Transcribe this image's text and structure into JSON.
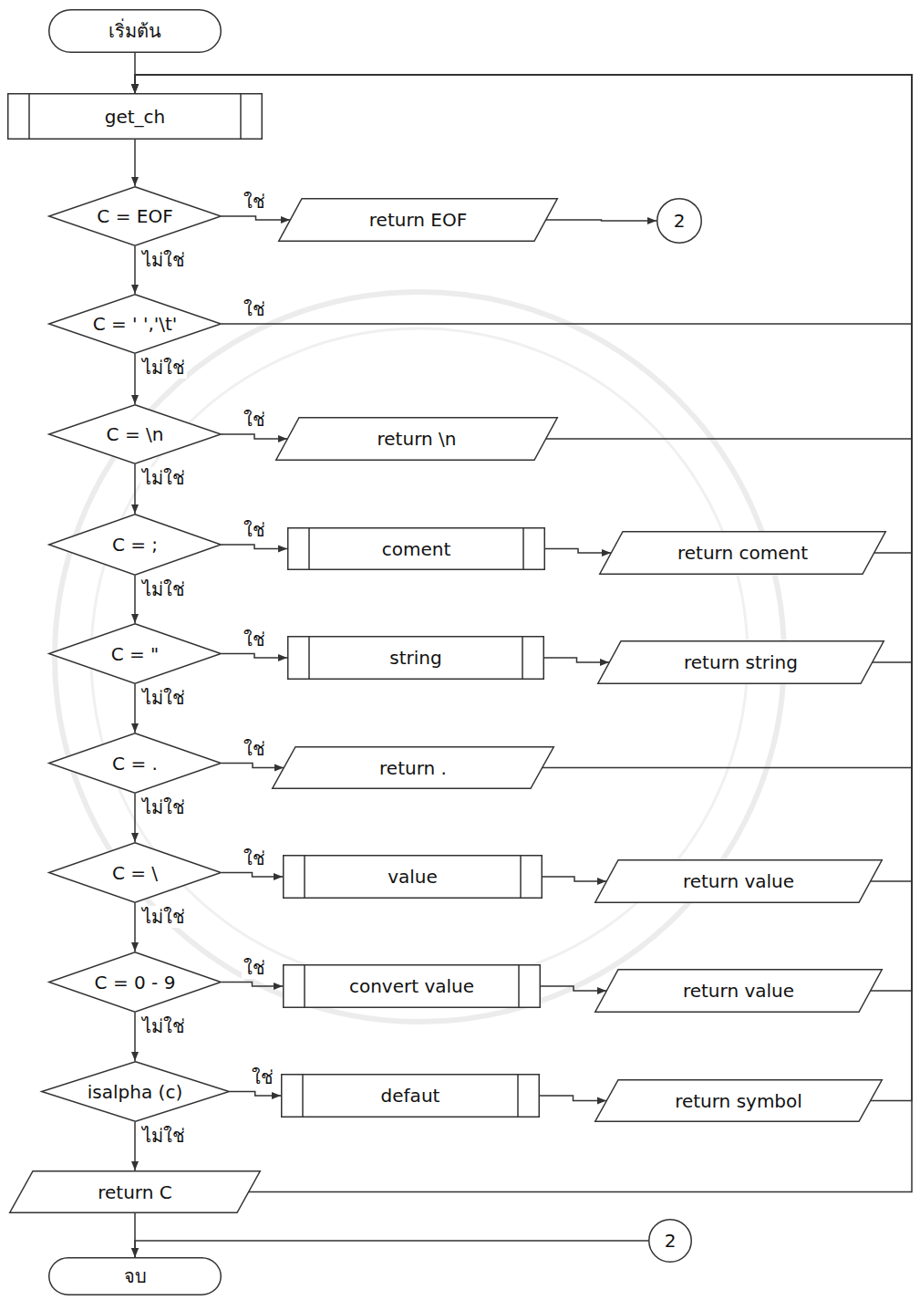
{
  "diagram": {
    "nodes": [
      {
        "text": [
          "เริ่มต้น"
        ]
      },
      {
        "text": [
          "get_ch"
        ]
      },
      {
        "text": [
          "C = EOF"
        ]
      },
      {
        "text": [
          "return EOF"
        ]
      },
      {
        "text": [
          "2"
        ]
      },
      {
        "text": [
          "C = ' ','\\t'"
        ]
      },
      {
        "text": [
          "C = \\n"
        ]
      },
      {
        "text": [
          "return \\n"
        ]
      },
      {
        "text": [
          "C = ;"
        ]
      },
      {
        "text": [
          "coment"
        ]
      },
      {
        "text": [
          "return coment"
        ]
      },
      {
        "text": [
          "C = \""
        ]
      },
      {
        "text": [
          "string"
        ]
      },
      {
        "text": [
          "return string"
        ]
      },
      {
        "text": [
          "C = ."
        ]
      },
      {
        "text": [
          "return ."
        ]
      },
      {
        "text": [
          "C = \\"
        ]
      },
      {
        "text": [
          "value"
        ]
      },
      {
        "text": [
          "return value"
        ]
      },
      {
        "text": [
          "C = 0 - 9"
        ]
      },
      {
        "text": [
          "convert value"
        ]
      },
      {
        "text": [
          "return value"
        ]
      },
      {
        "text": [
          "isalpha (c)"
        ]
      },
      {
        "text": [
          "defaut"
        ]
      },
      {
        "text": [
          "return symbol"
        ]
      },
      {
        "text": [
          "return  C"
        ]
      },
      {
        "text": [
          "2"
        ]
      },
      {
        "text": [
          "จบ"
        ]
      }
    ],
    "edges": [
      {
        "from": 0,
        "to": 1,
        "arrow": "to"
      },
      {
        "from": 1,
        "to": 2,
        "arrow": "to"
      },
      {
        "from": 2,
        "to": 3,
        "label": "ใช่",
        "arrow": "to"
      },
      {
        "from": 3,
        "to": 4,
        "arrow": "to"
      },
      {
        "from": 2,
        "to": 5,
        "label": "ไม่ใช่",
        "arrow": "to"
      },
      {
        "from": 5,
        "to": 1,
        "label": "ใช่",
        "arrow": "to"
      },
      {
        "from": 5,
        "to": 6,
        "label": "ไม่ใช่",
        "arrow": "to"
      },
      {
        "from": 6,
        "to": 7,
        "label": "ใช่",
        "arrow": "to"
      },
      {
        "from": 7,
        "to": 1,
        "arrow": "to"
      },
      {
        "from": 6,
        "to": 8,
        "label": "ไม่ใช่",
        "arrow": "to"
      },
      {
        "from": 8,
        "to": 9,
        "label": "ใช่",
        "arrow": "to"
      },
      {
        "from": 9,
        "to": 10,
        "arrow": "to"
      },
      {
        "from": 10,
        "to": 1,
        "arrow": "to"
      },
      {
        "from": 8,
        "to": 11,
        "label": "ไม่ใช่",
        "arrow": "to"
      },
      {
        "from": 11,
        "to": 12,
        "label": "ใช่",
        "arrow": "to"
      },
      {
        "from": 12,
        "to": 13,
        "arrow": "to"
      },
      {
        "from": 13,
        "to": 1,
        "arrow": "to"
      },
      {
        "from": 11,
        "to": 14,
        "label": "ไม่ใช่",
        "arrow": "to"
      },
      {
        "from": 14,
        "to": 15,
        "label": "ใช่",
        "arrow": "to"
      },
      {
        "from": 15,
        "to": 1,
        "arrow": "to"
      },
      {
        "from": 14,
        "to": 16,
        "label": "ไม่ใช่",
        "arrow": "to"
      },
      {
        "from": 16,
        "to": 17,
        "label": "ใช่",
        "arrow": "to"
      },
      {
        "from": 17,
        "to": 18,
        "arrow": "to"
      },
      {
        "from": 18,
        "to": 1,
        "arrow": "to"
      },
      {
        "from": 16,
        "to": 19,
        "label": "ไม่ใช่",
        "arrow": "to"
      },
      {
        "from": 19,
        "to": 20,
        "label": "ใช่",
        "arrow": "to"
      },
      {
        "from": 20,
        "to": 21,
        "arrow": "to"
      },
      {
        "from": 21,
        "to": 1,
        "arrow": "to"
      },
      {
        "from": 19,
        "to": 22,
        "label": "ไม่ใช่",
        "arrow": "to"
      },
      {
        "from": 22,
        "to": 23,
        "label": "ใช่",
        "arrow": "to"
      },
      {
        "from": 23,
        "to": 24,
        "arrow": "to"
      },
      {
        "from": 24,
        "to": 1,
        "arrow": "to"
      },
      {
        "from": 22,
        "to": 25,
        "label": "ไม่ใช่",
        "arrow": "to"
      },
      {
        "from": 25,
        "to": 1,
        "arrow": "to"
      },
      {
        "from": 25,
        "to": 27,
        "arrow": "to"
      },
      {
        "from": 26,
        "to": 27,
        "arrow": "to"
      }
    ]
  }
}
